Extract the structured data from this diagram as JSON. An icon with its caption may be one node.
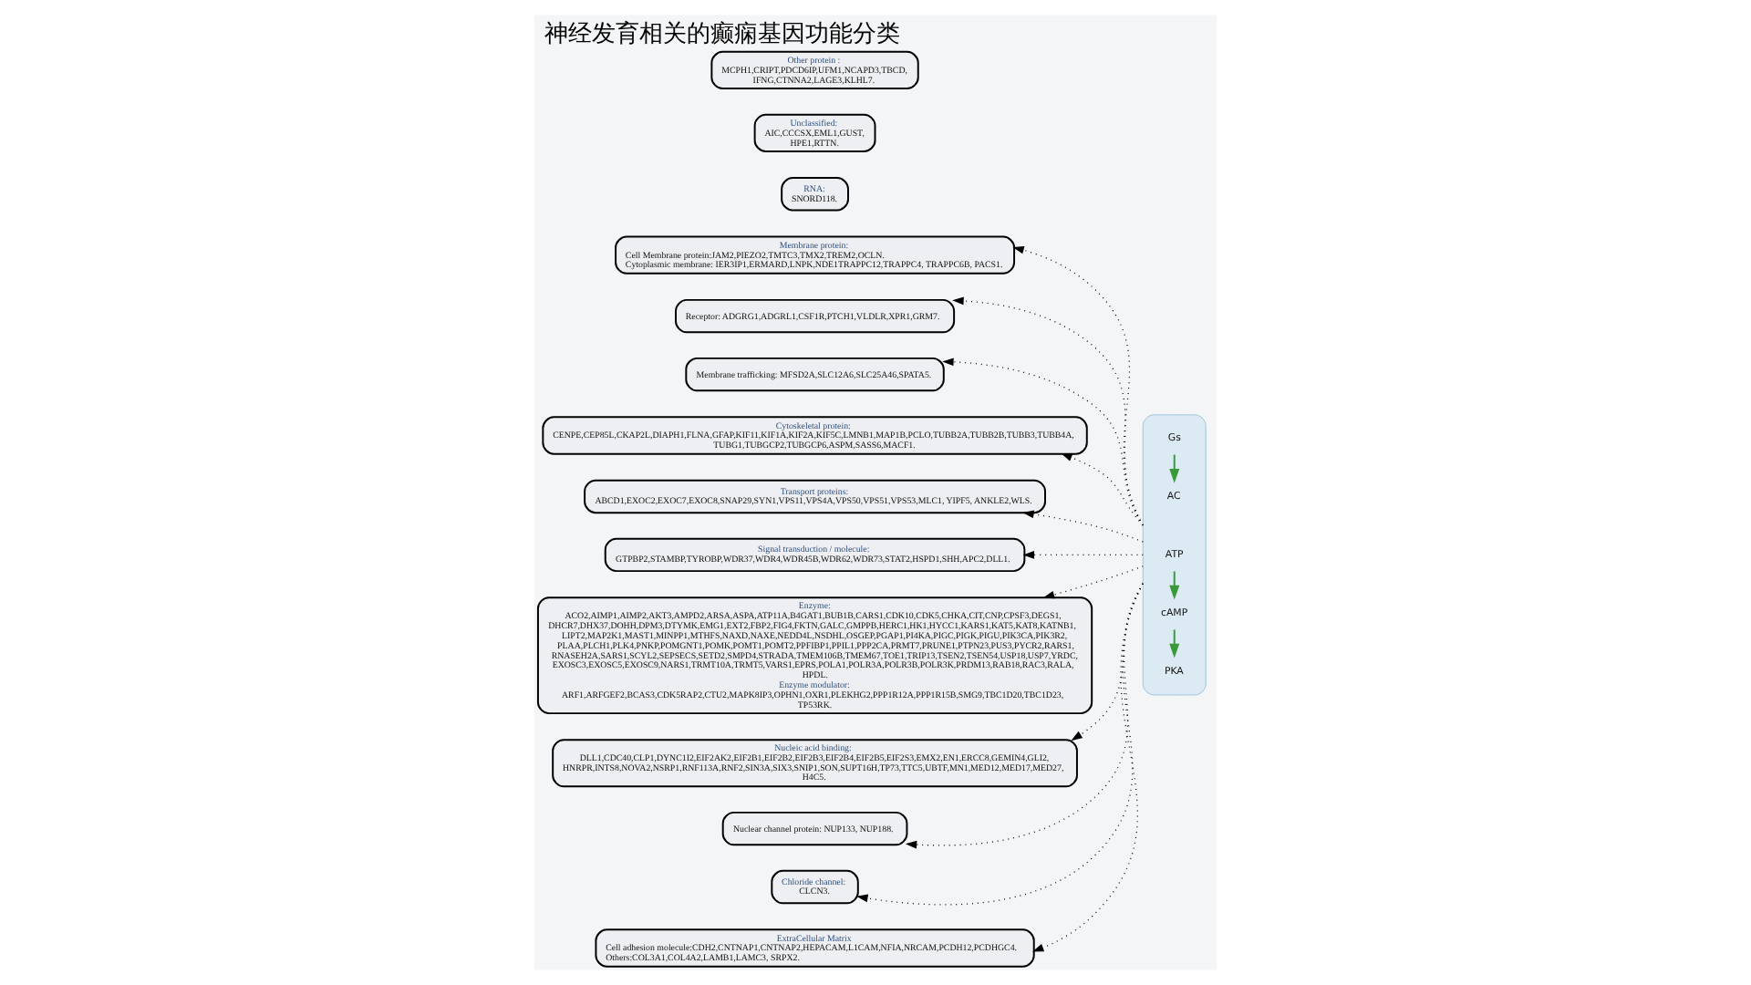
{
  "diagram": {
    "title": "神经发育相关的癫痫基因功能分类",
    "nodes": [
      {
        "text": [
          "Membrane protein:",
          "Cell Membrane protein:JAM2,PIEZO2,TMTC3,TMX2,TREM2,OCLN.",
          "Cytoplasmic membrane: IER3IP1,ERMARD,LNPK,NDE1TRAPPC12,TRAPPC4, TRAPPC6B, PACS1."
        ]
      },
      {
        "text": [
          "Receptor: ADGRG1,ADGRL1,CSF1R,PTCH1,VLDLR,XPR1,GRM7."
        ]
      },
      {
        "text": [
          "Membrane trafficking: MFSD2A,SLC12A6,SLC25A46,SPATA5."
        ]
      },
      {
        "text": [
          "Cytoskeletal protein:",
          "CENPE,CEP85L,CKAP2L,DIAPH1,FLNA,GFAP,KIF11,KIF1A,KIF2A,KIF5C,LMNB1,MAP1B,PCLO,TUBB2A,TUBB2B,TUBB3,TUBB4A,TUBG1,TUBGCP2,TUBGCP6,ASPM,SASS6,MACF1."
        ]
      },
      {
        "text": [
          "Transport proteins:",
          "ABCD1,EXOC2,EXOC7,EXOC8,SNAP29,SYN1,VPS11,VPS4A,VPS50,VPS51,VPS53,MLC1, YIPF5, ANKLE2,WLS."
        ]
      },
      {
        "text": [
          "Signal transduction / molecule:",
          "GTPBP2,STAMBP,TYROBP,WDR37,WDR4,WDR45B,WDR62,WDR73,STAT2,HSPD1,SHH,APC2,DLL1."
        ]
      },
      {
        "text": [
          "Enzyme:",
          "ACO2,AIMP1,AIMP2,AKT3,AMPD2,ARSA,ASPA,ATP11A,B4GAT1,BUB1B,CARS1,CDK10,CDK5,CHKA,CIT,CNP,CPSF3,DEGS1,DHCR7,DHX37,DOHH,DPM3,DTYMK,EMG1,EXT2,FBP2,FIG4,FKTN,GALC,GMPPB,HERC1,HK1,HYCC1,KARS1,KAT5,KAT8,KATNB1,LIPT2,MAP2K1,MAST1,MINPP1,MTHFS,NAXD,NAXE,NEDD4L,NSDHL,OSGEP,PGAP1,PI4KA,PIGC,PIGK,PIGU,PIK3CA,PIK3R2,PLAA,PLCH1,PLK4,PNKP,POMGNT1,POMK,POMT1,POMT2,PPFIBP1,PPIL1,PPP2CA,PRMT7,PRUNE1,PTPN23,PUS3,PYCR2,RARS1,RNASEH2A,SARS1,SCYL2,SEPSECS,SETD2,SMPD4,STRADA,TMEM106B,TMEM67,TOE1,TRIP13,TSEN2,TSEN54,USP18,USP7,YRDC,EXOSC3,EXOSC5,EXOSC9,NARS1,TRMT10A,TRMT5,VARS1,EPRS,POLA1,POLR3A,POLR3B,POLR3K,PRDM13,RAB18,RAC3,RALA,HPDL.",
          "Enzyme modulator:",
          "ARF1,ARFGEF2,BCAS3,CDK5RAP2,CTU2,MAPK8IP3,OPHN1,OXR1,PLEKHG2,PPP1R12A,PPP1R15B,SMG9,TBC1D20,TBC1D23,TP53RK."
        ]
      },
      {
        "text": [
          "Nucleic acid binding:",
          "DLL1,CDC40,CLP1,DYNC1I2,EIF2AK2,EIF2B1,EIF2B2,EIF2B3,EIF2B4,EIF2B5,EIF2S3,EMX2,EN1,ERCC8,GEMIN4,GLI2,HNRPR,INTS8,NOVA2,NSRP1,RNF113A,RNF2,SIN3A,SIX3,SNIP1,SON,SUPT16H,TP73,TTC5,UBTF,MN1,MED12,MED17,MED27,H4C5."
        ]
      },
      {
        "text": [
          "Nuclear channel protein: NUP133, NUP188."
        ]
      },
      {
        "text": [
          "RNA:",
          "SNORD118."
        ]
      },
      {
        "text": [
          "Unclassified:",
          "AIC,CCCSX,EML1,GUST,HPE1,RTTN."
        ]
      },
      {
        "text": [
          "Other protein :",
          "MCPH1,CRIPT,PDCD6IP,UFM1,NCAPD3,TBCD,IFNG,CTNNA2,LAGE3,KLHL7."
        ]
      },
      {
        "text": [
          "Chloride channel:",
          "CLCN3."
        ]
      },
      {
        "text": [],
        "shape": "picture"
      },
      {
        "text": [
          "Gs"
        ],
        "in": 13
      },
      {
        "text": [
          "AC"
        ],
        "in": 13
      },
      {
        "text": [
          "ATP"
        ],
        "in": 13
      },
      {
        "text": [
          "cAMP"
        ],
        "in": 13
      },
      {
        "text": [
          "PKA"
        ],
        "in": 13
      },
      {
        "text": [
          "ExtraCellular Matrix",
          "Cell adhesion molecule:CDH2,CNTNAP1,CNTNAP2,HEPACAM,L1CAM,NFIA,NRCAM,PCDH12,PCDHGC4.",
          "Others:COL3A1,COL4A2,LAMB1,LAMC3, SRPX2."
        ]
      }
    ],
    "edges": [
      {
        "from": 13,
        "to": 0,
        "arrow": "to",
        "style": "dashed"
      },
      {
        "from": 13,
        "to": 1,
        "arrow": "to",
        "style": "dashed"
      },
      {
        "from": 13,
        "to": 2,
        "arrow": "to",
        "style": "dashed"
      },
      {
        "from": 13,
        "to": 3,
        "arrow": "to",
        "style": "dashed"
      },
      {
        "from": 13,
        "to": 4,
        "arrow": "to",
        "style": "dashed"
      },
      {
        "from": 13,
        "to": 5,
        "arrow": "to",
        "style": "dashed"
      },
      {
        "from": 13,
        "to": 6,
        "arrow": "to",
        "style": "dashed"
      },
      {
        "from": 13,
        "to": 7,
        "arrow": "to",
        "style": "dashed"
      },
      {
        "from": 13,
        "to": 8,
        "arrow": "to",
        "style": "dashed"
      },
      {
        "from": 13,
        "to": 12,
        "arrow": "to",
        "style": "dashed"
      },
      {
        "from": 13,
        "to": 19,
        "arrow": "to",
        "style": "dashed"
      },
      {
        "from": 14,
        "to": 15,
        "arrow": "to",
        "color": "#3a9a3a"
      },
      {
        "from": 16,
        "to": 17,
        "arrow": "to",
        "color": "#3a9a3a"
      },
      {
        "from": 17,
        "to": 18,
        "arrow": "to",
        "color": "#3a9a3a"
      }
    ]
  }
}
